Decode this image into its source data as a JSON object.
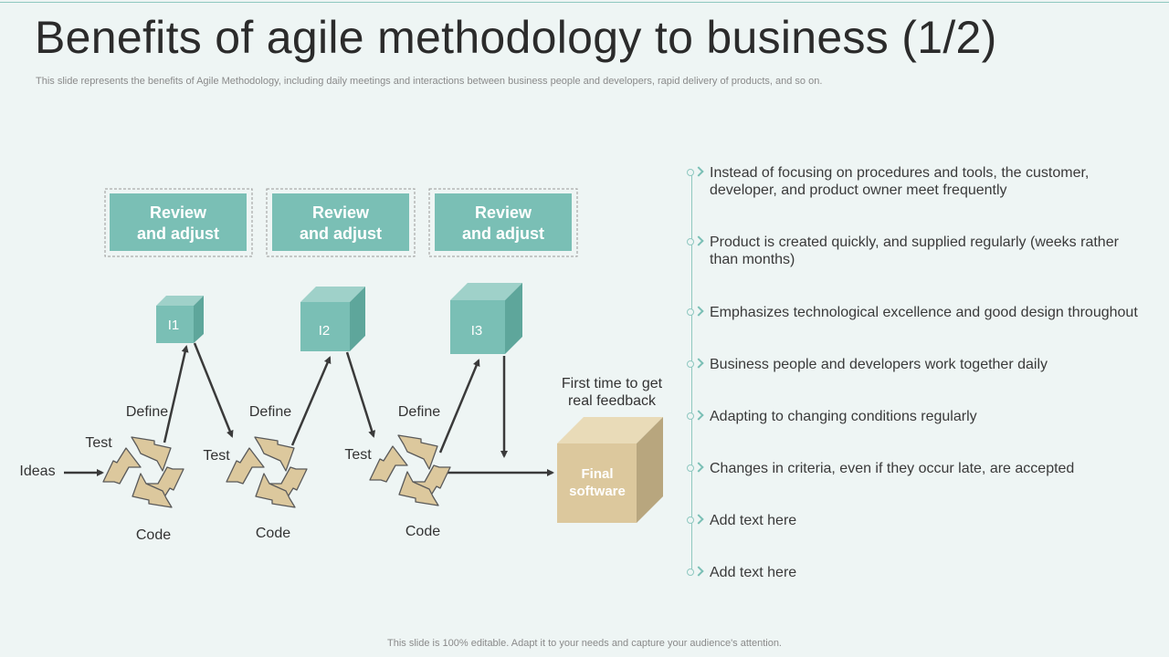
{
  "title": "Benefits of agile methodology to business (1/2)",
  "subtitle": "This slide represents the benefits of Agile Methodology, including daily meetings and interactions between business people and developers, rapid delivery of products, and so on.",
  "footer": "This slide is 100% editable. Adapt it to your needs and capture your audience's attention.",
  "diagram": {
    "review_boxes": [
      {
        "line1": "Review",
        "line2": "and adjust"
      },
      {
        "line1": "Review",
        "line2": "and adjust"
      },
      {
        "line1": "Review",
        "line2": "and adjust"
      }
    ],
    "iterations": [
      "I1",
      "I2",
      "I3"
    ],
    "cycles": [
      {
        "define": "Define",
        "test": "Test",
        "code": "Code"
      },
      {
        "define": "Define",
        "test": "Test",
        "code": "Code"
      },
      {
        "define": "Define",
        "test": "Test",
        "code": "Code"
      }
    ],
    "ideas_label": "Ideas",
    "feedback_label": [
      "First time to get",
      "real feedback"
    ],
    "final_box": {
      "line1": "Final",
      "line2": "software"
    },
    "colors": {
      "teal": "#7abfb5",
      "teal_side": "#5ea69b",
      "teal_top": "#9fd1c9",
      "tan": "#dcc89d",
      "tan_side": "#b8a67e",
      "tan_top": "#e9dbb8",
      "arrow": "#3a3a3a"
    }
  },
  "benefits": [
    "Instead of focusing on procedures and tools, the customer, developer, and product owner meet frequently",
    "Product is created quickly, and supplied regularly (weeks rather than months)",
    "Emphasizes technological excellence and good design throughout",
    "Business people and developers work together daily",
    "Adapting to changing conditions regularly",
    "Changes in criteria, even if they occur late, are accepted",
    "Add text here",
    "Add text here"
  ]
}
